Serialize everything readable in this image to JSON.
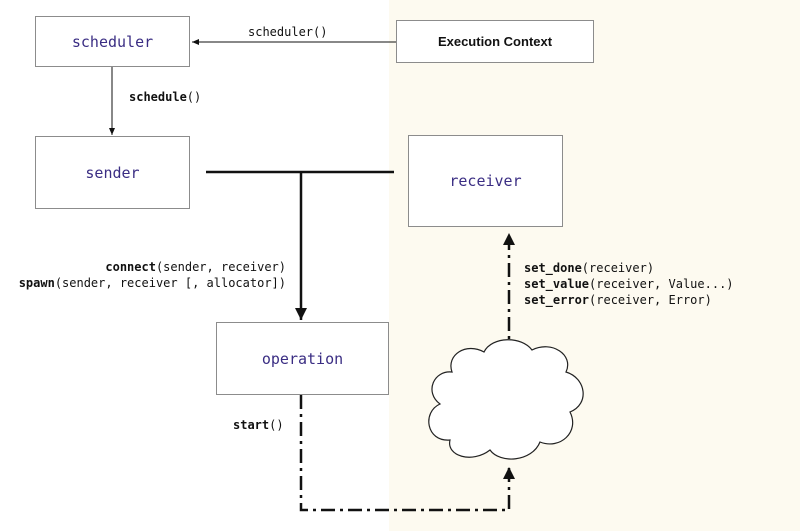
{
  "colors": {
    "context_background": "#fdfaf0",
    "box_text": "#3a2d83",
    "box_border": "#8c8c8c",
    "line": "#111111"
  },
  "boxes": {
    "scheduler": "scheduler",
    "sender": "sender",
    "receiver": "receiver",
    "operation": "operation",
    "execution_context": "Execution Context"
  },
  "labels": {
    "scheduler_call": "scheduler()",
    "schedule": {
      "name": "schedule",
      "args": "()"
    },
    "connect": {
      "name": "connect",
      "args": "(sender, receiver)"
    },
    "spawn": {
      "name": "spawn",
      "args": "(sender, receiver [, allocator])"
    },
    "start": {
      "name": "start",
      "args": "()"
    },
    "set_done": {
      "name": "set_done",
      "args": "(receiver)"
    },
    "set_value": {
      "name": "set_value",
      "args": "(receiver, Value...)"
    },
    "set_error": {
      "name": "set_error",
      "args": "(receiver, Error)"
    }
  },
  "shapes": {
    "async_work": "cloud-icon"
  }
}
